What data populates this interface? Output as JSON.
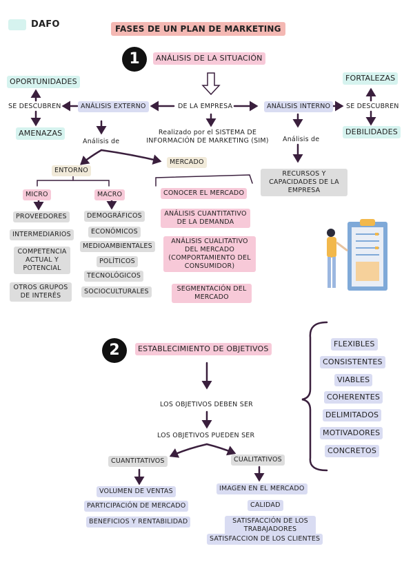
{
  "header": {
    "dafo": "DAFO",
    "title": "FASES DE UN PLAN DE MARKETING"
  },
  "section1": {
    "number": "1",
    "title": "ANÁLISIS DE LA SITUACIÓN",
    "center": "DE LA EMPRESA",
    "sim_note": "Realizado por el SISTEMA DE INFORMACIÓN DE MARKETING (SIM)",
    "external": "ANÁLISIS EXTERNO",
    "internal": "ANÁLISIS INTERNO",
    "se_descubren_left": "SE DESCUBREN",
    "se_descubren_right": "SE DESCUBREN",
    "oportunidades": "OPORTUNIDADES",
    "amenazas": "AMENAZAS",
    "fortalezas": "FORTALEZAS",
    "debilidades": "DEBILIDADES",
    "analisis_de_left": "Análisis de",
    "analisis_de_right": "Análisis de",
    "recursos": "RECURSOS Y CAPACIDADES DE LA EMPRESA",
    "entorno": "ENTORNO",
    "mercado": "MERCADO",
    "micro": "MICRO",
    "macro": "MACRO",
    "micro_items": [
      "PROVEEDORES",
      "INTERMEDIARIOS",
      "COMPETENCIA ACTUAL Y POTENCIAL",
      "OTROS GRUPOS DE INTERÉS"
    ],
    "macro_items": [
      "DEMOGRÁFICOS",
      "ECONÓMICOS",
      "MEDIOAMBIENTALES",
      "POLÍTICOS",
      "TECNOLÓGICOS",
      "SOCIOCULTURALES"
    ],
    "mercado_items": [
      "CONOCER EL MERCADO",
      "ANÁLISIS CUANTITATIVO DE LA DEMANDA",
      "ANÁLISIS CUALITATIVO DEL MERCADO (COMPORTAMIENTO DEL CONSUMIDOR)",
      "SEGMENTACIÓN DEL MERCADO"
    ]
  },
  "section2": {
    "number": "2",
    "title": "ESTABLECIMIENTO DE OBJETIVOS",
    "deben_ser": "LOS OBJETIVOS DEBEN SER",
    "pueden_ser": "LOS OBJETIVOS PUEDEN SER",
    "cuantitativos": "CUANTITATIVOS",
    "cualitativos": "CUALITATIVOS",
    "cuanti_items": [
      "VOLUMEN DE VENTAS",
      "PARTICIPACIÓN DE MERCADO",
      "BENEFICIOS Y RENTABILIDAD"
    ],
    "cuali_items": [
      "IMAGEN EN EL MERCADO",
      "CALIDAD",
      "SATISFACCIÓN DE LOS TRABAJADORES",
      "SATISFACCION DE LOS CLIENTES"
    ],
    "qualities": [
      "FLEXIBLES",
      "CONSISTENTES",
      "VIABLES",
      "COHERENTES",
      "DELIMITADOS",
      "MOTIVADORES",
      "CONCRETOS"
    ]
  },
  "colors": {
    "arrow": "#3a1f3d",
    "pink": "#f7c9d8",
    "lavender": "#d9dcf2",
    "mint": "#d6f3ef",
    "gray": "#dddddd",
    "beige": "#f1ead9"
  },
  "illustration": "person-with-clipboard-illustration"
}
